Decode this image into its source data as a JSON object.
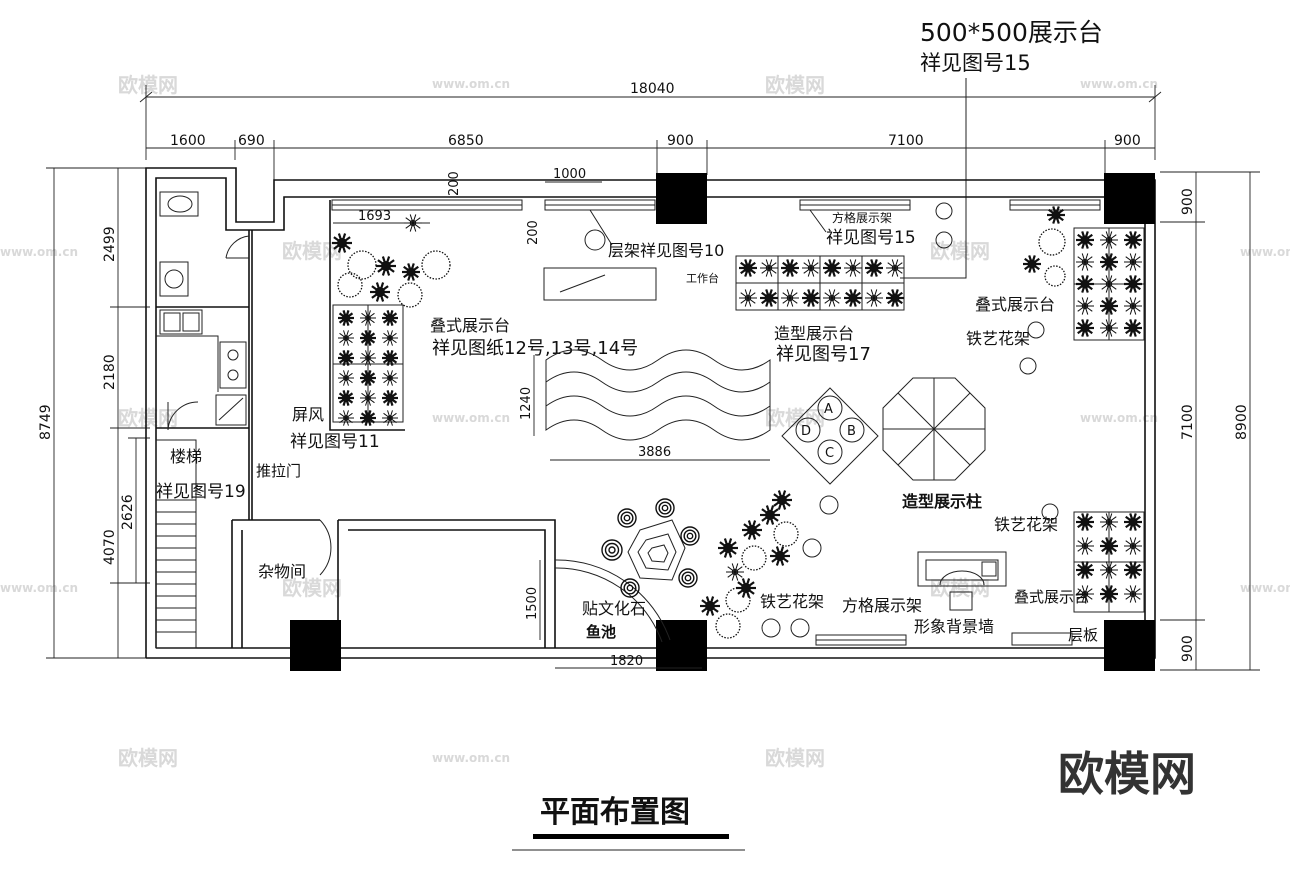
{
  "title": "平面布置图",
  "top_note": {
    "line1": "500*500展示台",
    "line2": "祥见图号15"
  },
  "dimensions": {
    "top_total": "18040",
    "top_segments": [
      "1600",
      "690",
      "6850",
      "900",
      "7100",
      "900"
    ],
    "left_total": "8749",
    "left_segments": [
      "2499",
      "2180",
      "2626",
      "4070"
    ],
    "right_total": "8900",
    "right_segments": [
      "900",
      "7100",
      "900"
    ],
    "inner": {
      "d1000": "1000",
      "d200a": "200",
      "d200b": "200",
      "d1693": "1693",
      "d1240": "1240",
      "d3886": "3886",
      "d1500": "1500",
      "d1820": "1820"
    }
  },
  "labels": {
    "shelf_ref": "层架祥见图号10",
    "worktable": "工作台",
    "grid_shelf_top": "方格展示架",
    "grid_shelf_ref": "祥见图号15",
    "stack_left_1": "叠式展示台",
    "stack_left_2": "祥见图纸12号,13号,14号",
    "shaped_table_1": "造型展示台",
    "shaped_table_2": "祥见图号17",
    "stack_right_top": "叠式展示台",
    "iron_rack_right": "铁艺花架",
    "screen_1": "屏风",
    "screen_2": "祥见图号11",
    "stairs_1": "楼梯",
    "stairs_2": "祥见图号19",
    "sliding_door": "推拉门",
    "storage": "杂物间",
    "culture_stone": "贴文化石",
    "fish_pond": "鱼池",
    "iron_rack_bottom": "铁艺花架",
    "grid_shelf_bottom": "方格展示架",
    "image_wall": "形象背景墙",
    "stack_right_bottom": "叠式展示台",
    "layer_board": "层板",
    "column_display": "造型展示柱",
    "iron_rack_right2": "铁艺花架",
    "quad_a": "A",
    "quad_b": "B",
    "quad_c": "C",
    "quad_d": "D"
  },
  "watermark": {
    "brand": "欧模网",
    "url": "www.om.cn"
  },
  "colors": {
    "line": "#111111",
    "column": "#000000",
    "watermark": "#d9d9d9"
  }
}
